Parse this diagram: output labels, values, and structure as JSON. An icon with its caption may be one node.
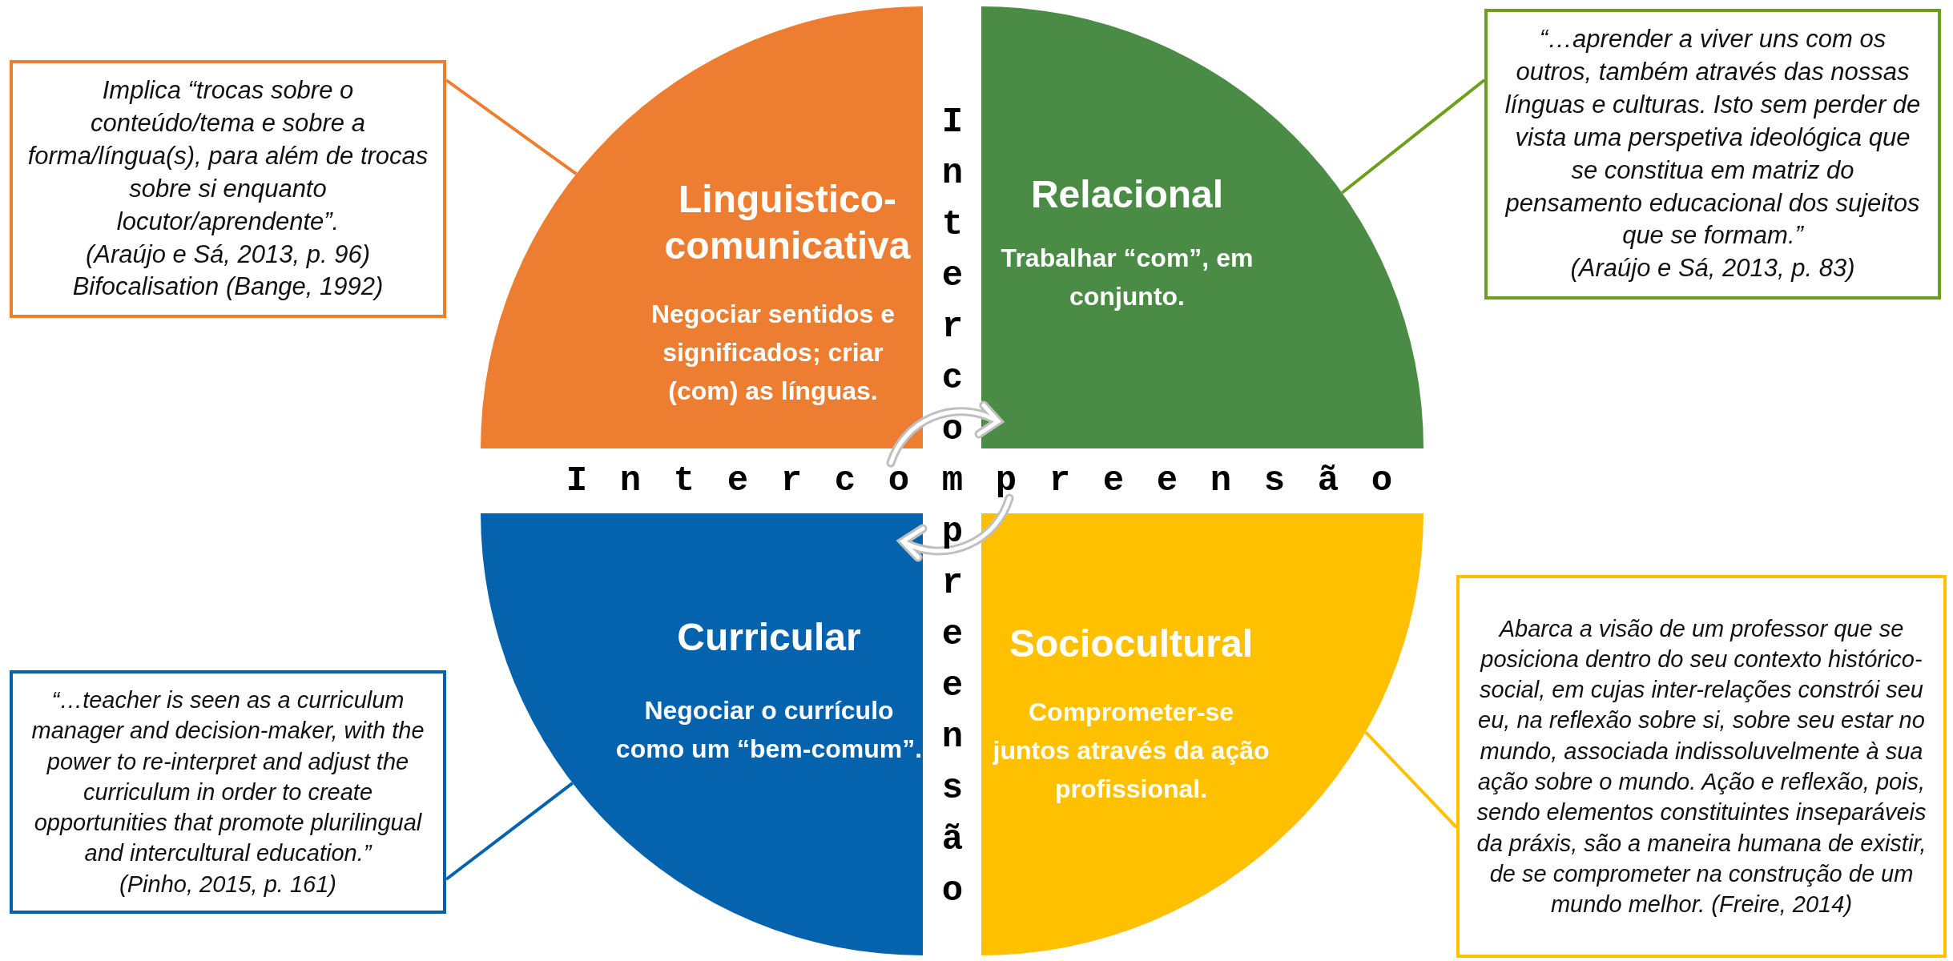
{
  "diagram": {
    "nodes": [
      {
        "text": [
          "Implica “trocas sobre o conteúdo/tema e sobre a forma/língua(s), para além de trocas sobre si enquanto locutor/aprendente”.",
          "(Araújo e Sá, 2013, p. 96)",
          "Bifocalisation (Bange, 1992)"
        ]
      },
      {
        "text": [
          "Linguistico-comunicativa",
          "Negociar sentidos e significados; criar (com) as línguas."
        ]
      },
      {
        "text": [
          "Relacional",
          "Trabalhar “com”, em conjunto."
        ]
      },
      {
        "text": [
          "“…aprender a viver uns com os outros, também através das nossas línguas e culturas. Isto sem perder de vista uma perspetiva ideológica que se constitua em matriz do pensamento educacional dos sujeitos que se formam.”",
          "(Araújo e Sá, 2013, p. 83)"
        ]
      },
      {
        "text": [
          "Curricular",
          "Negociar o currículo como um “bem-comum”."
        ]
      },
      {
        "text": [
          "Sociocultural",
          "Comprometer-se juntos através da ação profissional."
        ]
      },
      {
        "text": [
          "“…teacher is seen as a curriculum manager and decision-maker, with the power to re-interpret and adjust the curriculum in order to create opportunities that promote plurilingual and intercultural education.”",
          "(Pinho, 2015, p. 161)"
        ]
      },
      {
        "text": [
          "Abarca a visão de um professor que se posiciona dentro do seu contexto histórico-social, em cujas inter-relações constrói seu eu, na reflexão sobre si, sobre seu estar no mundo, associada indissoluvelmente à sua ação sobre o mundo. Ação e reflexão, pois, sendo elementos constituintes inseparáveis da práxis, são a maneira humana de existir, de se comprometer na construção de um mundo melhor. (Freire, 2014)"
        ]
      }
    ],
    "edges": [
      {
        "from": 0,
        "to": 1,
        "arrow": "none",
        "color": "#ed7d31"
      },
      {
        "from": 3,
        "to": 2,
        "arrow": "none",
        "color": "#6e9f1a"
      },
      {
        "from": 6,
        "to": 4,
        "arrow": "none",
        "color": "#0563ae"
      },
      {
        "from": 7,
        "to": 5,
        "arrow": "none",
        "color": "#ffc000"
      }
    ],
    "labels": [
      "Interco",
      "Intercompreensão",
      "preensão"
    ]
  }
}
